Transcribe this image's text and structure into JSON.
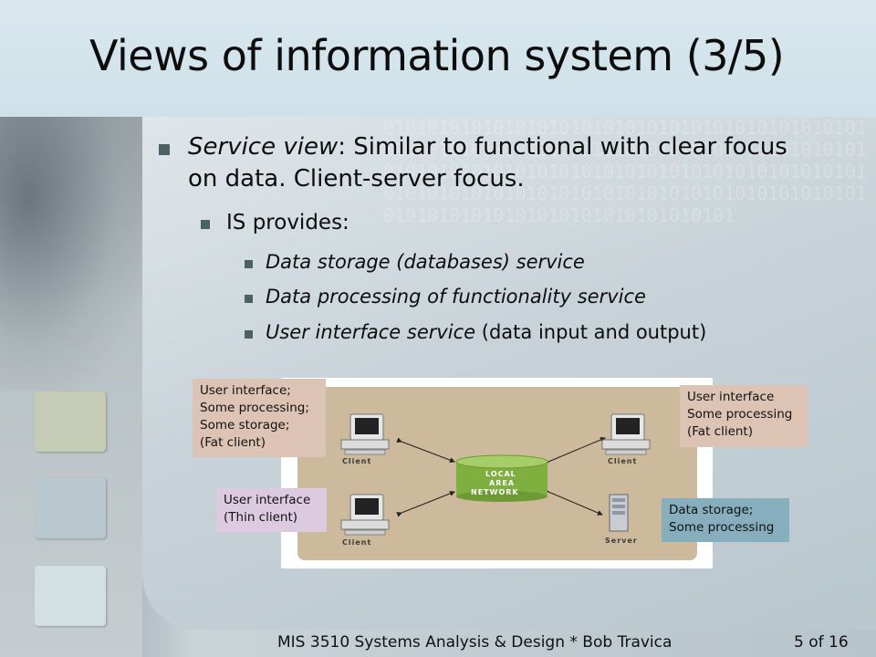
{
  "slide": {
    "title": "Views of information system (3/5)"
  },
  "bullets": {
    "b1_italic": "Service view",
    "b1_rest": ": Similar to functional with clear focus",
    "b1_line2": "on data. Client-server focus.",
    "b2": "IS provides:",
    "b3": "Data storage (databases) service",
    "b4": "Data processing of functionality service",
    "b5_italic": "User interface service",
    "b5_rest": " (data input and output)"
  },
  "diagram": {
    "nodes": {
      "client_tl": "Client",
      "client_tr": "Client",
      "client_bl": "Client",
      "server": "Server",
      "lan_line1": "LOCAL",
      "lan_line2": "AREA",
      "lan_line3": "NETWORK"
    },
    "callouts": {
      "top_left": [
        "User interface;",
        "Some processing;",
        "Some storage;",
        "(Fat client)"
      ],
      "top_right": [
        "User interface",
        "Some processing",
        "(Fat client)"
      ],
      "mid_left": [
        "User interface",
        "(Thin client)"
      ],
      "mid_right": [
        "Data storage;",
        "Some processing"
      ]
    },
    "colors": {
      "network_fill": "#7fb03f",
      "panel_fill": "#cdb99b",
      "callout_fat": "#dcc3b4",
      "callout_thin": "#dccbe0",
      "callout_server": "#86aebd"
    }
  },
  "footer": {
    "course": "MIS 3510 Systems Analysis & Design * Bob Travica",
    "page": "5 of 16"
  },
  "colors": {
    "title_band": "#d9e8ef",
    "bullet_square": "#4b6163"
  },
  "background_pattern": "0101010101010101010101010101010101010101010101010101010101010101010101010101010101010101010101010101010101010101010101010101010101010101010101010101010101010101010101010101010101010101010101010101010101010101"
}
